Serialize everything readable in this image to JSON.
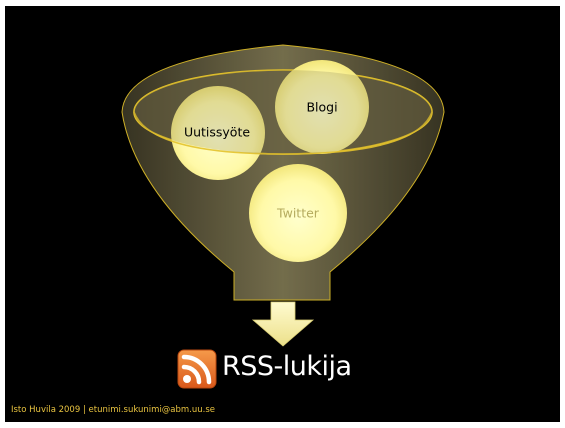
{
  "funnel": {
    "sources": [
      "Uutissyöte",
      "Blogi",
      "Twitter"
    ]
  },
  "output": {
    "label": "RSS-lukija",
    "icon": "rss-feed-icon"
  },
  "footer": {
    "credit": "Isto Huvila 2009 | etunimi.sukunimi@abm.uu.se"
  },
  "colors": {
    "background": "#000000",
    "funnel_fill": "#6b6446",
    "funnel_rim": "#d8b92a",
    "bubble": "#fff8a0",
    "arrow": "#f7ef9e",
    "rss_orange": "#e8742a",
    "footer_text": "#e8c340"
  }
}
